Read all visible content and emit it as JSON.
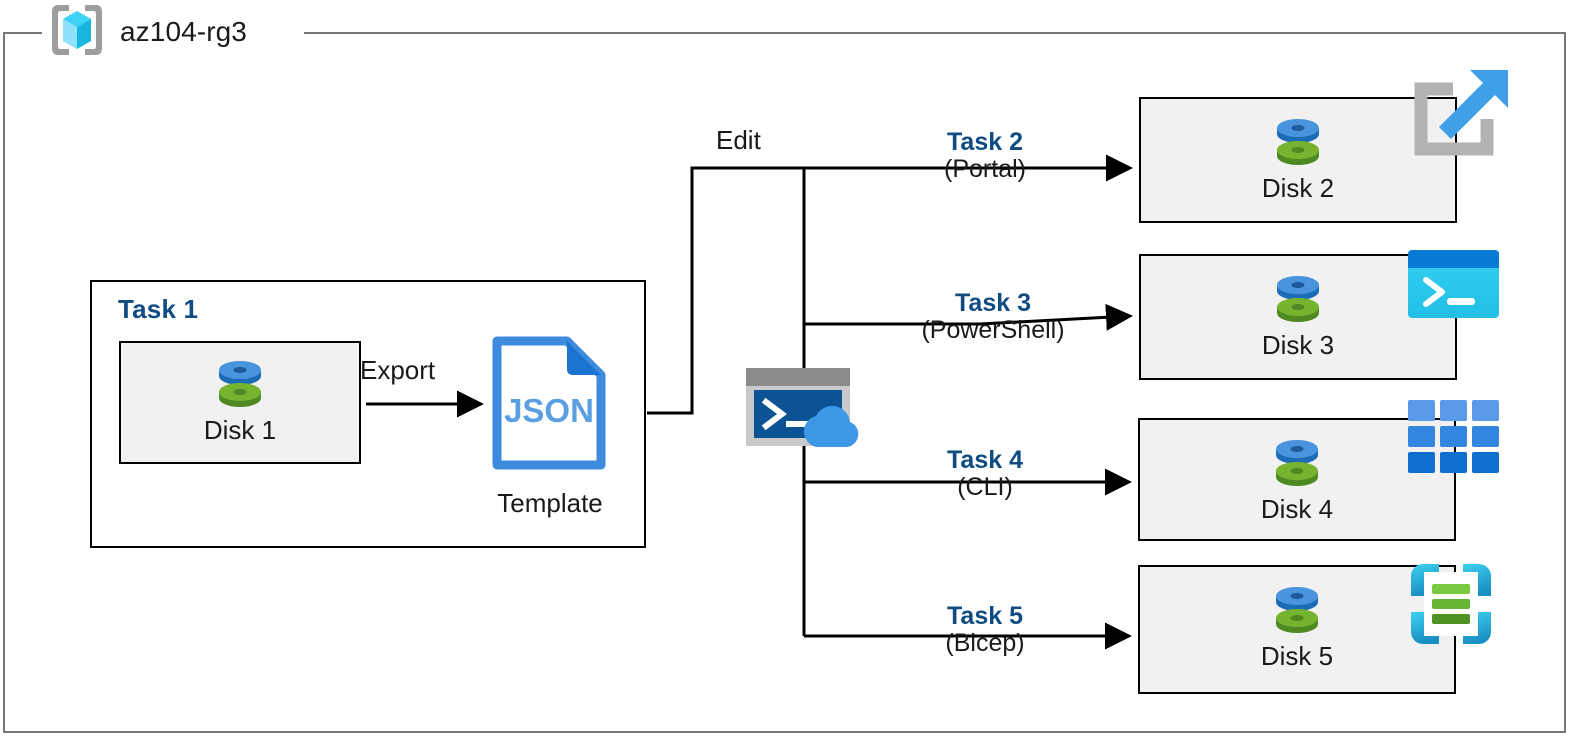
{
  "diagram": {
    "resource_group": {
      "name": "az104-rg3",
      "icon": "resource-group-icon"
    },
    "task1": {
      "title": "Task 1",
      "disk": {
        "label": "Disk 1",
        "icon": "managed-disk-icon"
      },
      "export_label": "Export",
      "template": {
        "file_type": "JSON",
        "label": "Template",
        "icon": "json-file-icon"
      }
    },
    "edit_label": "Edit",
    "cloudshell": {
      "icon": "cloud-shell-icon"
    },
    "branches": [
      {
        "task": "Task 2",
        "tool": "(Portal)",
        "disk": "Disk 2",
        "disk_icon": "managed-disk-icon",
        "tool_icon": "azure-portal-icon"
      },
      {
        "task": "Task 3",
        "tool": "(PowerShell)",
        "disk": "Disk 3",
        "disk_icon": "managed-disk-icon",
        "tool_icon": "powershell-terminal-icon"
      },
      {
        "task": "Task 4",
        "tool": "(CLI)",
        "disk": "Disk 4",
        "disk_icon": "managed-disk-icon",
        "tool_icon": "azure-cli-grid-icon"
      },
      {
        "task": "Task 5",
        "tool": "(Bicep)",
        "disk": "Disk 5",
        "disk_icon": "managed-disk-icon",
        "tool_icon": "bicep-file-icon"
      }
    ],
    "colors": {
      "task_blue": "#0f4c81",
      "text_black": "#1a1a1a",
      "container_border": "#767676",
      "box_border": "#000000",
      "box_fill": "#f1f1f1",
      "disk_top": "#3f8fd9",
      "disk_bottom": "#6fb23a",
      "json_blue": "#3c8bdc",
      "portal_arrow": "#3fa0e8",
      "portal_bracket": "#b3b3b3",
      "powershell_bar": "#0a7bd4",
      "powershell_body": "#2fc7ef",
      "cli_blue": "#1f7ad4",
      "bicep_cyan": "#2ec5e8",
      "bicep_green": "#7ac943"
    }
  }
}
